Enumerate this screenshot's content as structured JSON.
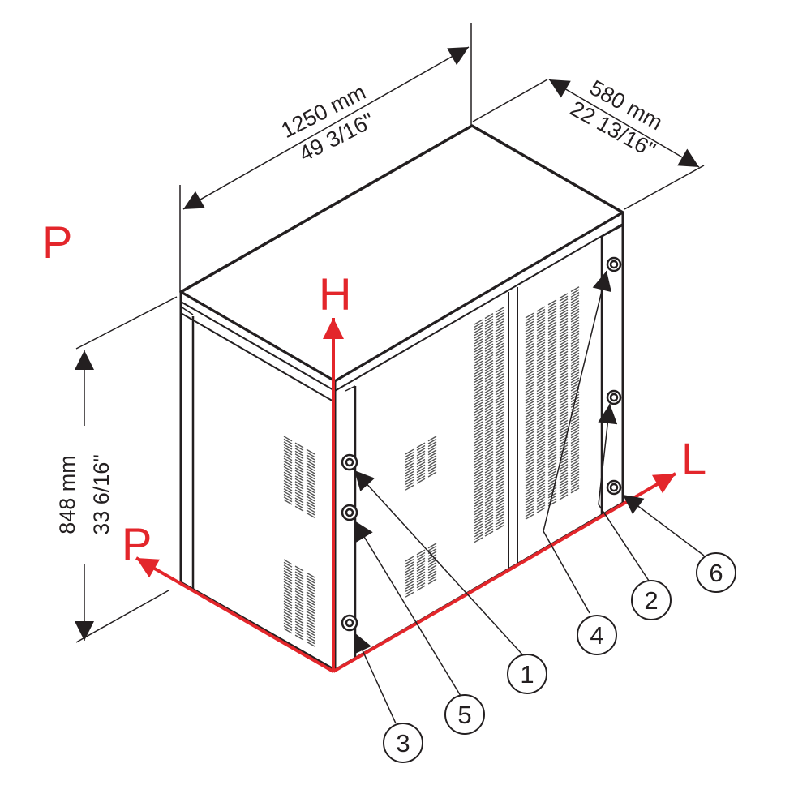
{
  "dimensions": {
    "width_mm": "1250 mm",
    "width_in": "49 3/16\"",
    "depth_mm": "580 mm",
    "depth_in": "22 13/16\"",
    "height_mm": "848 mm",
    "height_in": "33 6/16\""
  },
  "axes": {
    "top_left_label": "P",
    "depth_label": "P",
    "height_label": "H",
    "length_label": "L",
    "color": "#e3262b"
  },
  "callouts": [
    "1",
    "2",
    "3",
    "4",
    "5",
    "6"
  ],
  "colors": {
    "line": "#231f20",
    "axis": "#e3262b",
    "vent": "#555555"
  }
}
